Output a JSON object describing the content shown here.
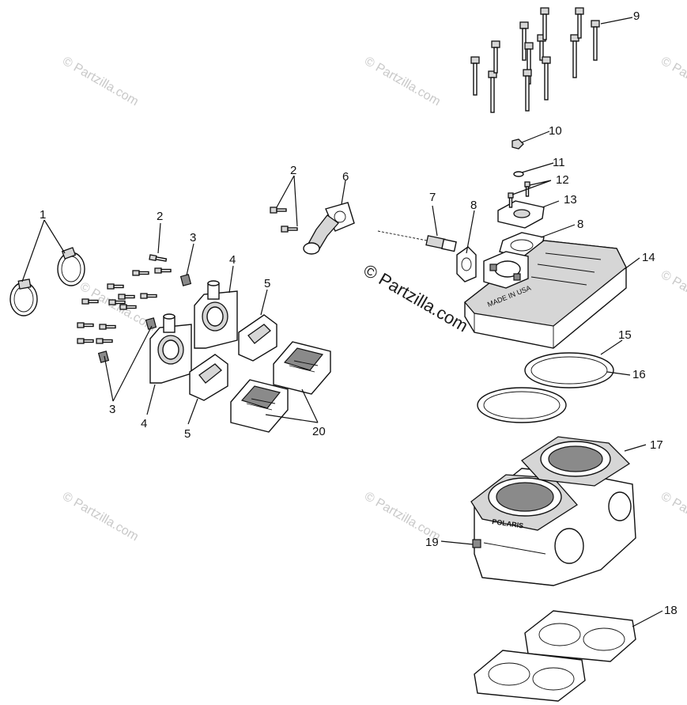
{
  "callouts": [
    {
      "label": "1"
    },
    {
      "label": "2"
    },
    {
      "label": "3"
    },
    {
      "label": "4"
    },
    {
      "label": "5"
    },
    {
      "label": "2"
    },
    {
      "label": "6"
    },
    {
      "label": "7"
    },
    {
      "label": "8"
    },
    {
      "label": "9"
    },
    {
      "label": "10"
    },
    {
      "label": "11"
    },
    {
      "label": "12"
    },
    {
      "label": "13"
    },
    {
      "label": "8"
    },
    {
      "label": "14"
    },
    {
      "label": "15"
    },
    {
      "label": "16"
    },
    {
      "label": "17"
    },
    {
      "label": "19"
    },
    {
      "label": "18"
    },
    {
      "label": "3"
    },
    {
      "label": "4"
    },
    {
      "label": "5"
    },
    {
      "label": "20"
    }
  ],
  "watermark": {
    "main": "© Partzilla.com",
    "faint": "© Partzilla.com"
  },
  "head_markings": {
    "text": "MADE IN USA"
  },
  "cylinder_markings": {
    "text": "POLARIS"
  }
}
